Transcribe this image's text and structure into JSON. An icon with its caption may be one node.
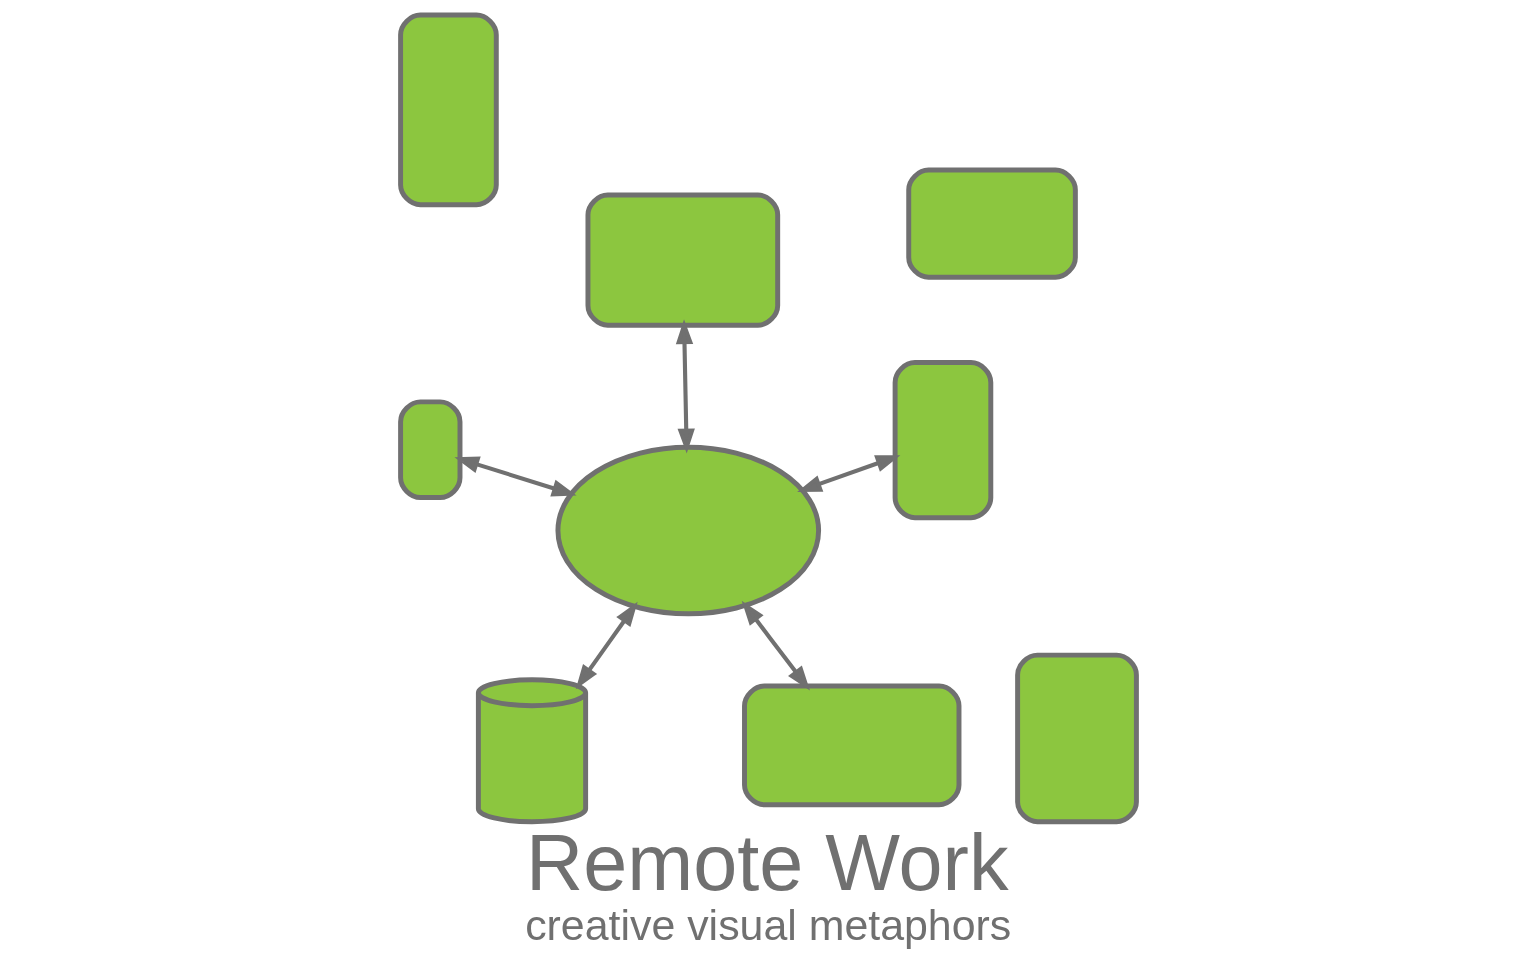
{
  "diagram": {
    "title": "Remote Work",
    "caption": "creative visual metaphors",
    "nodes": [
      {
        "text": [],
        "shape": "box"
      },
      {
        "text": [],
        "shape": "cylinder"
      },
      {
        "text": [],
        "shape": "box"
      },
      {
        "text": [],
        "shape": "box"
      },
      {
        "text": [],
        "shape": "cloud"
      },
      {
        "text": [],
        "shape": "box"
      },
      {
        "text": [],
        "shape": "box"
      },
      {
        "text": [],
        "shape": "box"
      },
      {
        "text": [],
        "shape": "box"
      }
    ],
    "edges": [
      {
        "from": 4,
        "to": 1,
        "arrow": "both"
      },
      {
        "from": 4,
        "to": 2,
        "arrow": "both"
      },
      {
        "from": 4,
        "to": 5,
        "arrow": "both"
      },
      {
        "from": 4,
        "to": 8,
        "arrow": "both"
      },
      {
        "from": 4,
        "to": 6,
        "arrow": "both"
      }
    ]
  }
}
